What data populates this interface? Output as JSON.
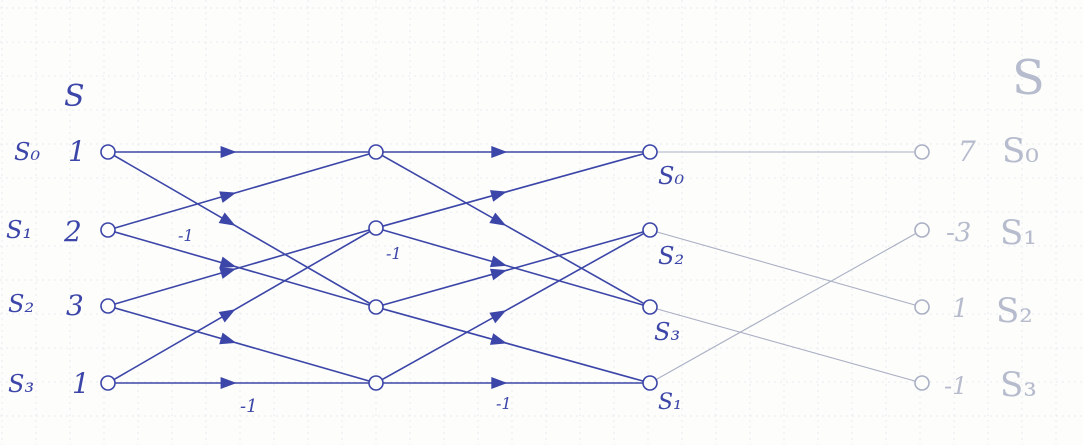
{
  "ink_color": "#3c46a8",
  "faint_color": "#aab0c4",
  "grid_color": "#e8ebef",
  "headers": {
    "left": "S",
    "right": "S"
  },
  "row_labels": {
    "row0": "S₀",
    "row1": "S₁",
    "row2": "S₂",
    "row3": "S₃"
  },
  "inputs": {
    "row0": "1",
    "row1": "2",
    "row2": "3",
    "row3": "1"
  },
  "stage2_labels": {
    "row0": "S₀",
    "row1": "S₂",
    "row2": "S₃",
    "row3": "S₁"
  },
  "edge_weights": {
    "w1": "-1",
    "w2": "-1",
    "w3": "-1",
    "w4": "-1"
  },
  "outputs": [
    {
      "value": "7",
      "label": "S₀"
    },
    {
      "value": "-3",
      "label": "S₁"
    },
    {
      "value": "1",
      "label": "S₂"
    },
    {
      "value": "-1",
      "label": "S₃"
    }
  ]
}
